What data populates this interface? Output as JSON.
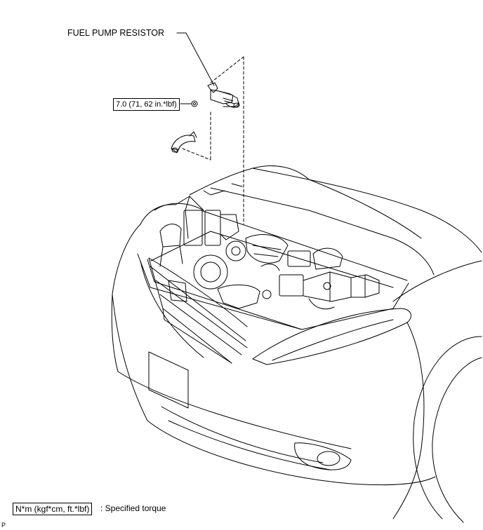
{
  "diagram": {
    "part_label": "FUEL PUMP RESISTOR",
    "torque_value": "7.0 (71, 62 in.*lbf)",
    "legend": {
      "symbol": "N*m (kgf*cm, ft.*lbf)",
      "description": ": Specified torque"
    },
    "corner_code": "P"
  },
  "colors": {
    "line": "#000000",
    "background": "#ffffff"
  }
}
